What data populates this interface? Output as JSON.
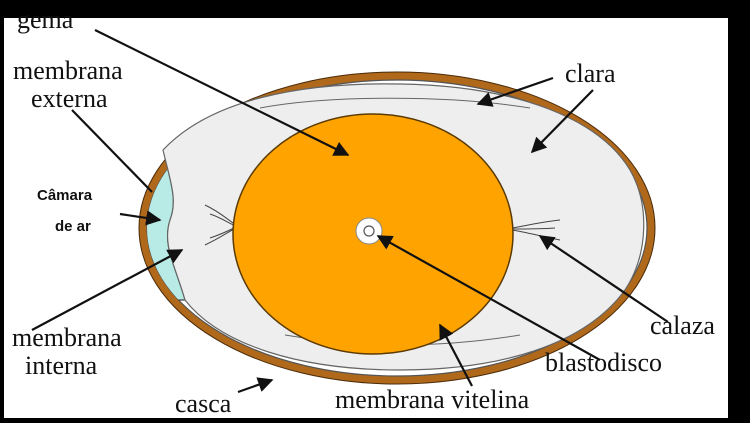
{
  "colors": {
    "shell": "#b0691b",
    "albumen": "#eeeeee",
    "yolk": "#ffa300",
    "air_cell": "#b9ebe6",
    "frame": "#000000",
    "line": "#111111"
  },
  "labels": {
    "gema": "gema",
    "membrana_externa_line1": "membrana",
    "membrana_externa_line2": "externa",
    "camara_line1": "Câmara",
    "camara_line2": "de ar",
    "clara": "clara",
    "calaza": "calaza",
    "membrana_interna_line1": "membrana",
    "membrana_interna_line2": "interna",
    "casca": "casca",
    "membrana_vitelina": "membrana vitelina",
    "blastodisco": "blastodisco"
  }
}
